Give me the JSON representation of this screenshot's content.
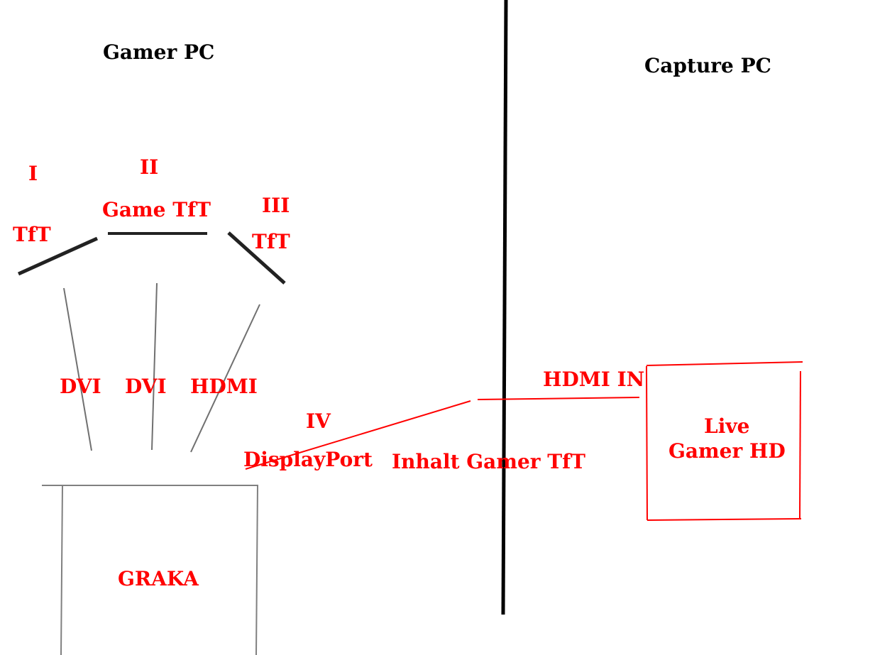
{
  "sections": {
    "left_title": "Gamer PC",
    "right_title": "Capture PC"
  },
  "monitors": [
    {
      "number": "I",
      "label": "TfT"
    },
    {
      "number": "II",
      "label": "Game TfT"
    },
    {
      "number": "III",
      "label": "TfT"
    },
    {
      "number": "IV",
      "label": ""
    }
  ],
  "connections": {
    "dvi_1": "DVI",
    "dvi_2": "DVI",
    "hdmi": "HDMI",
    "displayport": "DisplayPort",
    "hdmi_in": "HDMI IN",
    "content": "Inhalt Gamer TfT"
  },
  "devices": {
    "graphics_card": "GRAKA",
    "capture_card_line1": "Live",
    "capture_card_line2": "Gamer HD"
  },
  "colors": {
    "annotation": "#ff0000",
    "divider": "#000000",
    "cable": "#707070"
  }
}
